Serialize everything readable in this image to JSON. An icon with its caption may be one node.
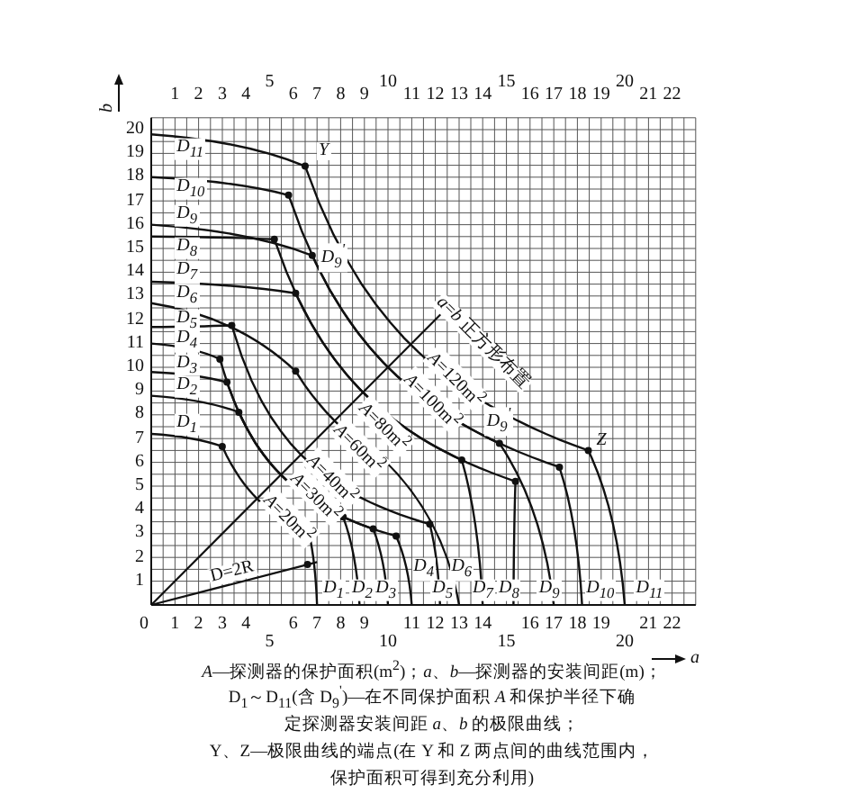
{
  "diagram": {
    "labels": [
      "b",
      "1",
      "2",
      "3",
      "4",
      "5",
      "6",
      "7",
      "8",
      "9",
      "10",
      "11",
      "12",
      "13",
      "14",
      "15",
      "16",
      "17",
      "18",
      "19",
      "20",
      "21",
      "22",
      "20",
      "19",
      "18",
      "17",
      "16",
      "15",
      "14",
      "13",
      "12",
      "11",
      "10",
      "9",
      "8",
      "7",
      "6",
      "5",
      "4",
      "3",
      "2",
      "1",
      "D$_{11}$",
      "D$_{10}$",
      "D$_{9}$",
      "D$_{8}$",
      "D$_{7}$",
      "D$_{6}$",
      "D$_{5}$",
      "D$_{4}$",
      "D$_{3}$",
      "D$_{2}$",
      "D$_{1}$",
      "Y",
      "D$_{9}$$^{'}$",
      "*a*=*b* 正方形布置",
      "*A*=120m$^{2}$",
      "*A*=100m$^{2}$",
      "*A*=80m$^{2}$",
      "*A*=60m$^{2}$",
      "*A*=40m$^{2}$",
      "*A*=30m$^{2}$",
      "*A*=20m$^{2}$",
      "D$_{9}$$^{'}$",
      "Z",
      "D=2R",
      "D$_{1}$",
      "D$_{2}$",
      "D$_{3}$",
      "D$_{4}$",
      "D$_{5}$",
      "D$_{6}$",
      "D$_{7}$",
      "D$_{8}$",
      "D$_{9}$",
      "D$_{10}$",
      "D$_{11}$",
      "0",
      "1",
      "2",
      "3",
      "4",
      "5",
      "6",
      "7",
      "8",
      "9",
      "10",
      "11",
      "12",
      "13",
      "14",
      "15",
      "16",
      "17",
      "18",
      "19",
      "20",
      "21",
      "22",
      "a",
      "*A*—探测器的保护面积(m$^{2}$)；*a*、*b*—探测器的安装间距(m)；",
      "D$_{1}$～D$_{11}$(含 D$_{9}$$^{'}$)—在不同保护面积 *A* 和保护半径下确定探测器安装间距 *a*、*b* 的极限曲线；",
      "Y、Z—极限曲线的端点(在 Y 和 Z 两点间的曲线范围内，保护面积可得到充分利用)"
    ]
  }
}
